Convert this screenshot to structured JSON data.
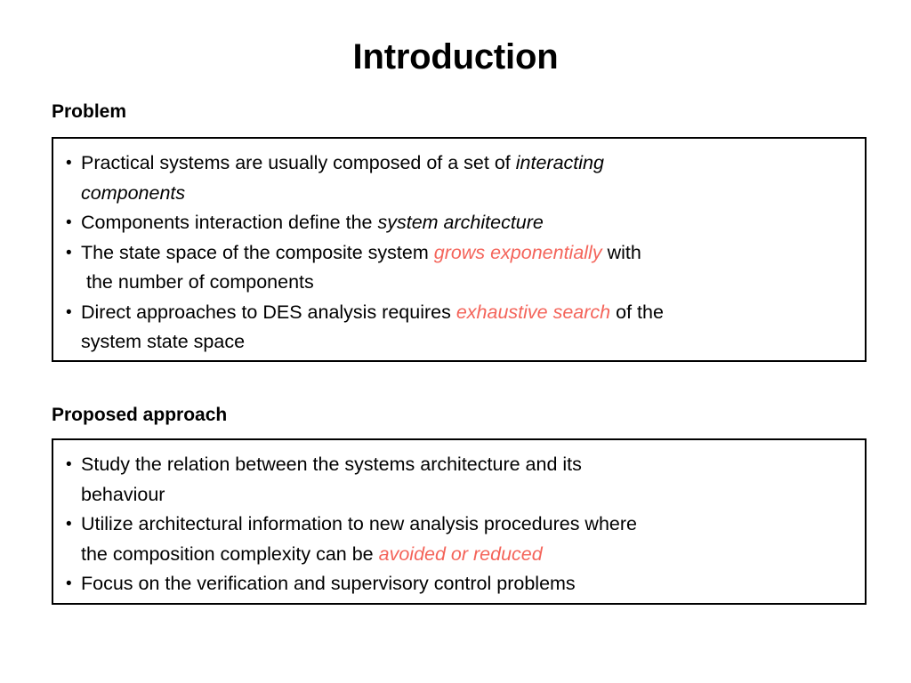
{
  "slide": {
    "title": "Introduction",
    "sections": [
      {
        "heading": "Problem",
        "bullets": [
          {
            "line1_a": "Practical systems are usually composed of a set of ",
            "line1_em": "interacting",
            "line2_em": "components"
          },
          {
            "line1_a": "Components interaction define the ",
            "line1_em": "system architecture"
          },
          {
            "line1_a": "The state space of the composite system ",
            "line1_red": "grows exponentially",
            "line1_b": " with",
            "line2": "the number of components"
          },
          {
            "line1_a": "Direct approaches to DES analysis requires ",
            "line1_red": "exhaustive search",
            "line1_b": " of the",
            "line2": "system state space"
          }
        ]
      },
      {
        "heading": "Proposed approach",
        "bullets": [
          {
            "line1_a": "Study the relation between the systems architecture and its",
            "line2": "behaviour"
          },
          {
            "line1_a": "Utilize architectural information to new analysis procedures where",
            "line2_a": "the composition complexity can be ",
            "line2_red": "avoided or reduced"
          },
          {
            "line1_a": "Focus on the verification and supervisory control problems"
          }
        ]
      }
    ]
  },
  "colors": {
    "emphasis_red": "#F4645A",
    "text": "#000000",
    "background": "#ffffff",
    "border": "#000000"
  }
}
